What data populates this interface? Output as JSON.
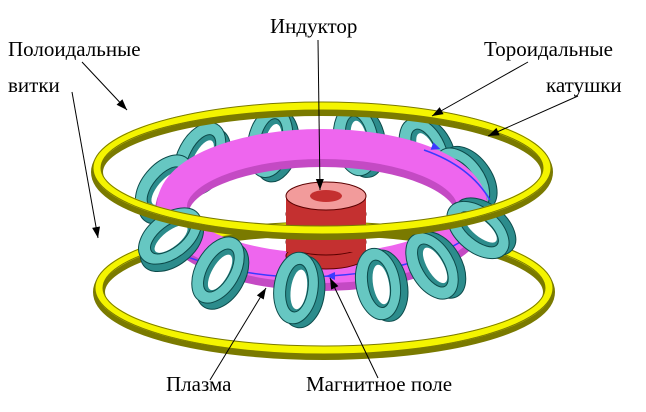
{
  "labels": {
    "inductor": "Индуктор",
    "poloidal_line1": "Полоидальные",
    "poloidal_line2": "витки",
    "toroidal_line1": "Тороидальные",
    "toroidal_line2": "катушки",
    "plasma": "Плазма",
    "magnetic_field": "Магнитное поле"
  },
  "colors": {
    "ring_fill": "#f4f400",
    "ring_stroke": "#7a7a00",
    "coil_face": "#66c7c2",
    "coil_side": "#2c8c8c",
    "coil_hole": "#ffffff",
    "plasma": "#ee66ee",
    "plasma_dark": "#c44ac4",
    "field_line": "#3a3aff",
    "inductor_light": "#f29b9b",
    "inductor_dark": "#c43030",
    "leader_line": "#000000"
  }
}
